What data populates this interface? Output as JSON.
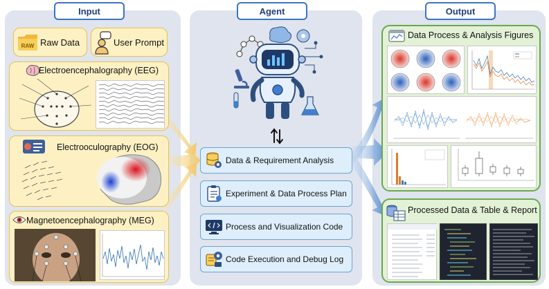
{
  "columns": {
    "input": "Input",
    "agent": "Agent",
    "output": "Output"
  },
  "input": {
    "raw_data": {
      "label": "Raw Data",
      "icon_text": "RAW"
    },
    "user_prompt": {
      "label": "User Prompt"
    },
    "eeg": {
      "title": "Electroencephalography (EEG)"
    },
    "eog": {
      "title": "Electrooculography (EOG)"
    },
    "meg": {
      "title": "Magnetoencephalography (MEG)"
    }
  },
  "agent": {
    "steps": [
      {
        "label": "Data & Requirement Analysis",
        "icon": "database-gear-icon"
      },
      {
        "label": "Experiment & Data Process Plan",
        "icon": "clipboard-plan-icon"
      },
      {
        "label": "Process and Visualization Code",
        "icon": "code-monitor-icon"
      },
      {
        "label": "Code Execution and Debug Log",
        "icon": "execution-log-icon"
      }
    ]
  },
  "output": {
    "figures": {
      "title": "Data Process & Analysis Figures"
    },
    "report": {
      "title": "Processed Data & Table & Report"
    }
  },
  "colors": {
    "header_border": "#3c74c2",
    "input_card": "#fdf1c4",
    "output_card": "#e3f1d6",
    "agent_step": "#dfeefb",
    "arrow": "#6fa0d8"
  }
}
